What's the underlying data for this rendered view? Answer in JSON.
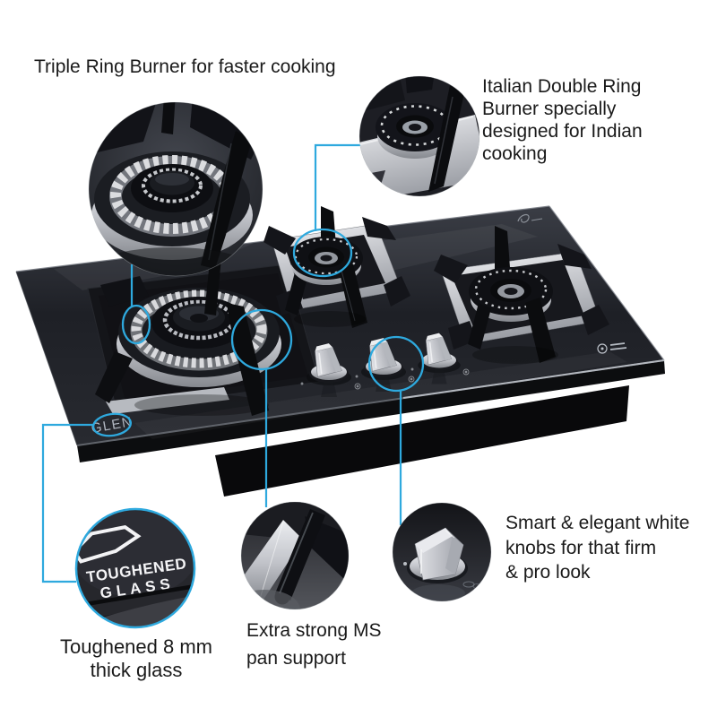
{
  "colors": {
    "accent": "#2ea9de",
    "text": "#1a1a1a",
    "background": "#ffffff"
  },
  "annotations": {
    "triple_ring": {
      "lines": [
        "Triple Ring Burner for faster cooking"
      ]
    },
    "double_ring": {
      "lines": [
        "Italian Double Ring",
        "Burner specially",
        "designed for Indian",
        "cooking"
      ]
    },
    "knobs": {
      "lines": [
        "Smart & elegant white",
        "knobs for that firm",
        "& pro look"
      ]
    },
    "pan_support": {
      "lines": [
        "Extra strong MS",
        "pan support"
      ]
    },
    "toughened_glass": {
      "lines": [
        "Toughened 8 mm",
        "thick glass"
      ]
    }
  },
  "product": {
    "brand": "GLEN",
    "glass_badge": {
      "line1": "TOUGHENED",
      "line2": "GLASS"
    }
  }
}
